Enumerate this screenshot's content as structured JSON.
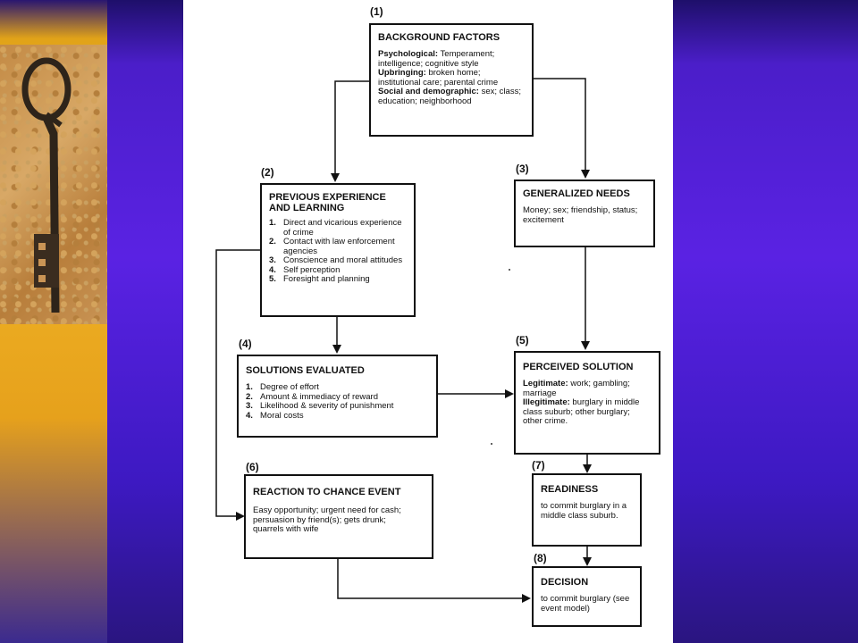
{
  "left_photo": {
    "icon": "skeleton-key-icon"
  },
  "boxes": {
    "b1": {
      "number": "(1)",
      "title": "BACKGROUND FACTORS",
      "psych_label": "Psychological:",
      "psych_text": " Temperament; intelligence; cognitive style",
      "upbringing_label": "Upbringing:",
      "upbringing_text": " broken home; institutional care; parental crime",
      "social_label": "Social and demographic:",
      "social_text": " sex; class; education; neighborhood"
    },
    "b2": {
      "number": "(2)",
      "title": "PREVIOUS EXPERIENCE AND LEARNING",
      "items": [
        {
          "n": "1.",
          "text": "Direct and vicarious experience of crime"
        },
        {
          "n": "2.",
          "text": "Contact with law enforcement agencies"
        },
        {
          "n": "3.",
          "text": "Conscience and moral attitudes"
        },
        {
          "n": "4.",
          "text": "Self perception"
        },
        {
          "n": "5.",
          "text": "Foresight and planning"
        }
      ]
    },
    "b3": {
      "number": "(3)",
      "title": "GENERALIZED NEEDS",
      "text": "Money; sex; friendship, status; excitement"
    },
    "b4": {
      "number": "(4)",
      "title": "SOLUTIONS EVALUATED",
      "items": [
        {
          "n": "1.",
          "text": "Degree of effort"
        },
        {
          "n": "2.",
          "text": "Amount & immediacy of reward"
        },
        {
          "n": "3.",
          "text": "Likelihood & severity of punishment"
        },
        {
          "n": "4.",
          "text": "Moral costs"
        }
      ]
    },
    "b5": {
      "number": "(5)",
      "title": "PERCEIVED SOLUTION",
      "legit_label": "Legitimate:",
      "legit_text": " work; gambling; marriage",
      "illegit_label": "Illegitimate:",
      "illegit_text": " burglary in middle class suburb; other burglary; other crime."
    },
    "b6": {
      "number": "(6)",
      "title": "REACTION TO CHANCE EVENT",
      "text": "Easy opportunity; urgent need for cash; persuasion by friend(s); gets drunk; quarrels with wife"
    },
    "b7": {
      "number": "(7)",
      "title": "READINESS",
      "text": "to commit burglary in a middle class suburb."
    },
    "b8": {
      "number": "(8)",
      "title": "DECISION",
      "text": "to commit burglary (see event model)"
    }
  }
}
